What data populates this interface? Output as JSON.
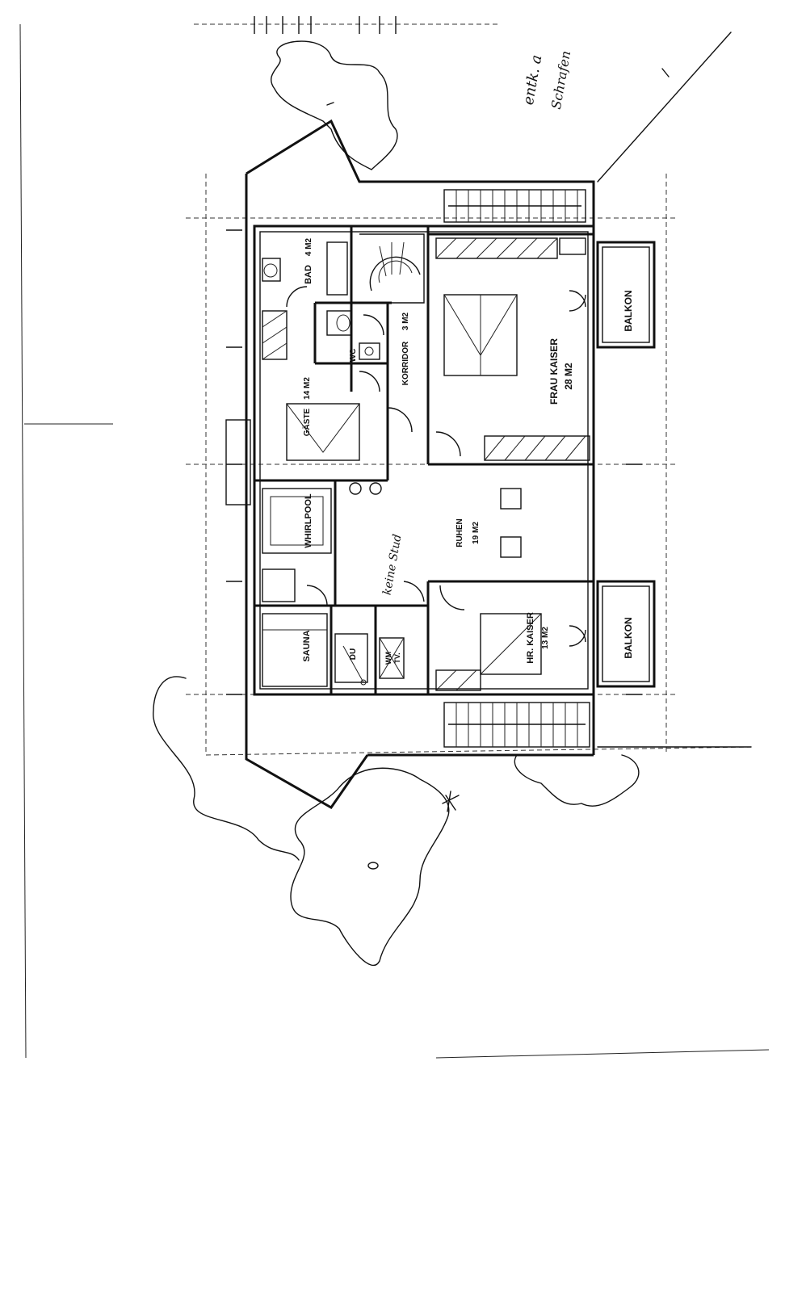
{
  "rooms": {
    "bad": {
      "name": "BAD",
      "area": "4 M2"
    },
    "wc": {
      "name": "WC"
    },
    "korridor": {
      "name": "KORRIDOR",
      "area": "3 M2"
    },
    "gaeste": {
      "name": "GÄSTE",
      "area": "14 M2"
    },
    "frau_kaiser": {
      "name": "FRAU KAISER",
      "area": "28 M2"
    },
    "ruhen": {
      "name": "RUHEN",
      "area": "19 M2"
    },
    "whirlpool": {
      "name": "WHIRLPOOL"
    },
    "sauna": {
      "name": "SAUNA"
    },
    "du": {
      "name": "DU"
    },
    "wm": {
      "name": "WM",
      "sub": "TV."
    },
    "hr_kaiser": {
      "name": "HR. KAISER",
      "area": "13 M2"
    },
    "balkon_top": {
      "name": "BALKON"
    },
    "balkon_bottom": {
      "name": "BALKON"
    }
  },
  "handwriting": {
    "note_interior": "keine Stud",
    "note_corner_line1": "entk. a",
    "note_corner_line2": "Schrafen"
  },
  "colors": {
    "ink": "#111111",
    "paper": "#ffffff"
  }
}
